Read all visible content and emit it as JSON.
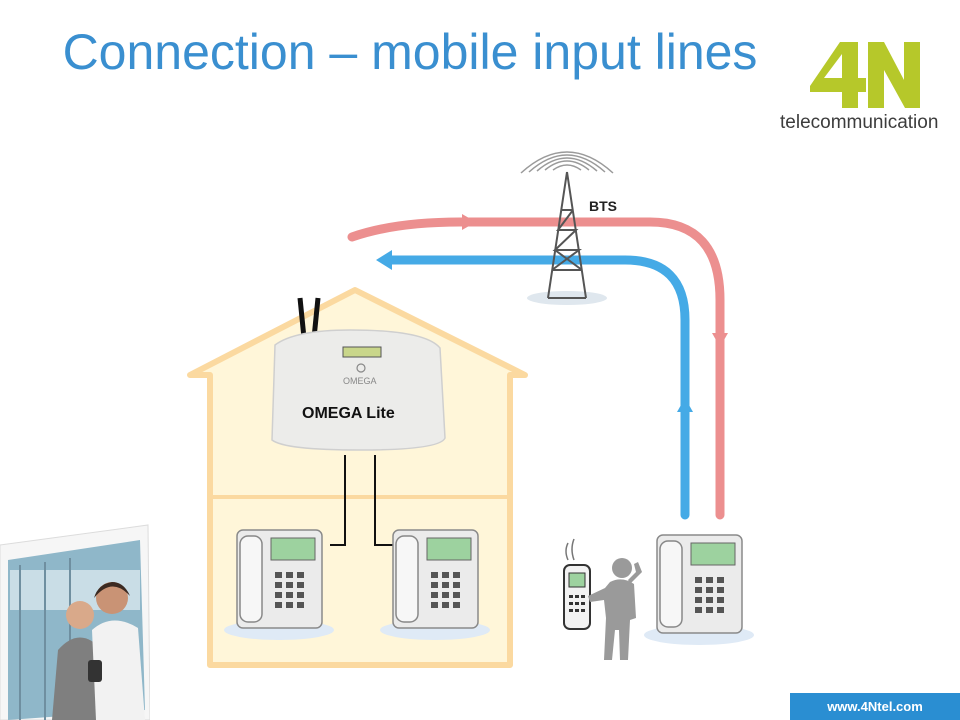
{
  "slide": {
    "title": "Connection – mobile input lines"
  },
  "logo": {
    "mark": "4N",
    "tagline": "telecommunication"
  },
  "diagram": {
    "bts_label": "BTS",
    "gateway_label": "OMEGA Lite",
    "gateway_brand": "OMEGA",
    "colors": {
      "house_outline": "#fbd9a0",
      "house_fill": "#fff6d9",
      "red_line": "#ec8f8f",
      "blue_line": "#45aae6",
      "logo_green": "#b6c82a"
    }
  },
  "footer": {
    "url": "www.4Ntel.com"
  }
}
